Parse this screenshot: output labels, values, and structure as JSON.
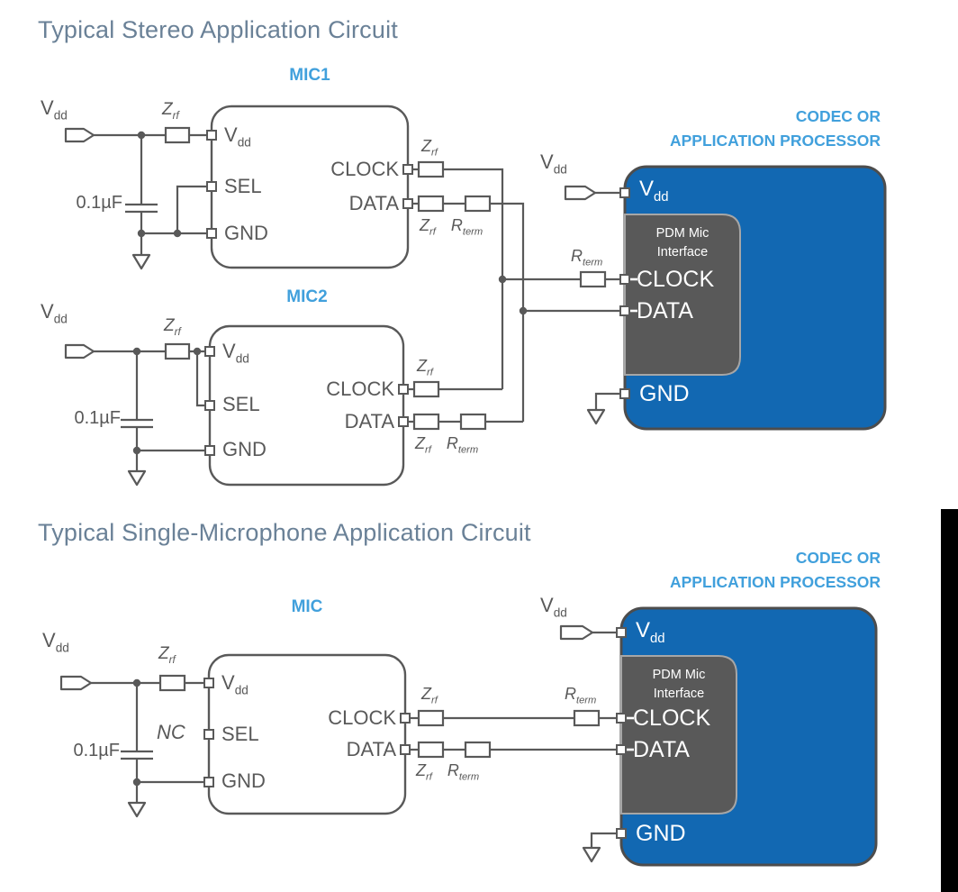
{
  "strings": {
    "vdd": {
      "base": "V",
      "sub": "dd"
    },
    "zrf": {
      "base": "Z",
      "sub": "rf"
    },
    "rterm": {
      "base": "R",
      "sub": "term"
    },
    "cap_value": "0.1µF",
    "nc": "NC",
    "sel": "SEL",
    "gnd": "GND",
    "clock": "CLOCK",
    "data": "DATA",
    "pdm_line1": "PDM Mic",
    "pdm_line2": "Interface"
  },
  "stereo": {
    "title": "Typical Stereo Application Circuit",
    "mic1_name": "MIC1",
    "mic2_name": "MIC2",
    "codec_heading_line1": "CODEC OR",
    "codec_heading_line2": "APPLICATION PROCESSOR"
  },
  "single": {
    "title": "Typical Single-Microphone Application Circuit",
    "mic_name": "MIC",
    "codec_heading_line1": "CODEC OR",
    "codec_heading_line2": "APPLICATION PROCESSOR"
  },
  "colors": {
    "wire": "#595959",
    "label_gray": "#595959",
    "title_slate": "#6a8197",
    "heading_blue": "#41a0dc",
    "codec_fill": "#1268b2",
    "pdm_fill": "#595959",
    "pin_white": "#ffffff",
    "black_bar": "#000000"
  }
}
